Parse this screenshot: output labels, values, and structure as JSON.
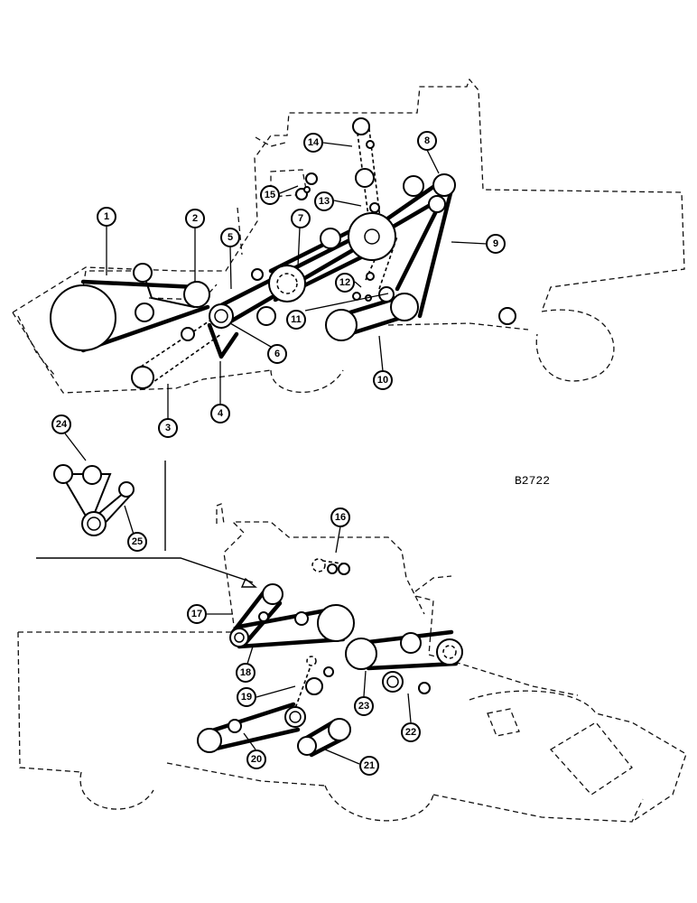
{
  "reference_code": "B2722",
  "callouts": [
    "1",
    "2",
    "3",
    "4",
    "5",
    "6",
    "7",
    "8",
    "9",
    "10",
    "11",
    "12",
    "13",
    "14",
    "15",
    "16",
    "17",
    "18",
    "19",
    "20",
    "21",
    "22",
    "23",
    "24",
    "25"
  ]
}
